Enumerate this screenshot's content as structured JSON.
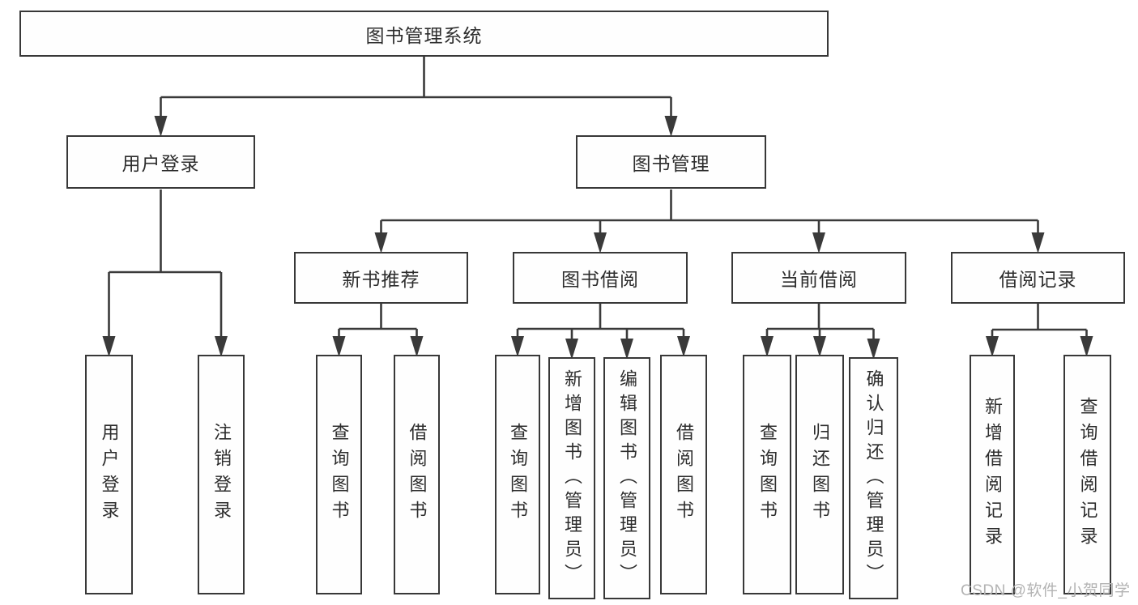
{
  "diagram": {
    "type": "hierarchy-tree",
    "watermark": "CSDN @软件_小贺同学",
    "colors": {
      "background": "#ffffff",
      "line": "#3a3a3a",
      "box_border": "#383838",
      "box_fill": "#fefefe",
      "text": "#2d2d2d",
      "watermark": "#b3b3b3"
    },
    "tree": {
      "label": "图书管理系统",
      "children": [
        {
          "label": "用户登录",
          "children": [
            {
              "label": "用户登录"
            },
            {
              "label": "注销登录"
            }
          ]
        },
        {
          "label": "图书管理",
          "children": [
            {
              "label": "新书推荐",
              "children": [
                {
                  "label": "查询图书"
                },
                {
                  "label": "借阅图书"
                }
              ]
            },
            {
              "label": "图书借阅",
              "children": [
                {
                  "label": "查询图书"
                },
                {
                  "label": "新增图书（管理员）"
                },
                {
                  "label": "编辑图书（管理员）"
                },
                {
                  "label": "借阅图书"
                }
              ]
            },
            {
              "label": "当前借阅",
              "children": [
                {
                  "label": "查询图书"
                },
                {
                  "label": "归还图书"
                },
                {
                  "label": "确认归还（管理员）"
                }
              ]
            },
            {
              "label": "借阅记录",
              "children": [
                {
                  "label": "新增借阅记录"
                },
                {
                  "label": "查询借阅记录"
                }
              ]
            }
          ]
        }
      ]
    }
  }
}
